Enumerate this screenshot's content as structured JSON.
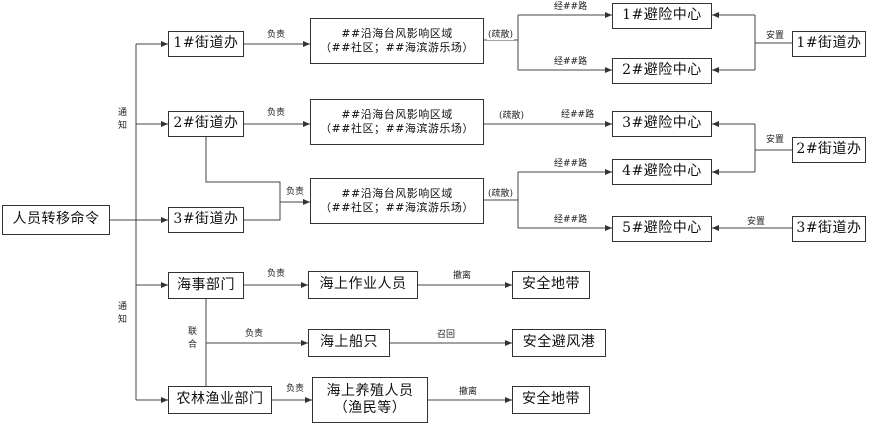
{
  "nodes": {
    "command": "人员转移命令",
    "street1": "1#街道办",
    "street2": "2#街道办",
    "street3": "3#街道办",
    "maritime": "海事部门",
    "agri": "农林渔业部门",
    "zone1": {
      "line1": "##沿海台风影响区域",
      "line2": "（##社区；##海滨游乐场）"
    },
    "zone2": {
      "line1": "##沿海台风影响区域",
      "line2": "（##社区；##海滨游乐场）"
    },
    "zone3": {
      "line1": "##沿海台风影响区域",
      "line2": "（##社区；##海滨游乐场）"
    },
    "shelter1": "1#避险中心",
    "shelter2": "2#避险中心",
    "shelter3": "3#避险中心",
    "shelter4": "4#避险中心",
    "shelter5": "5#避险中心",
    "resettle1": "1#街道办",
    "resettle2": "2#街道办",
    "resettle3": "3#街道办",
    "sea_workers": "海上作业人员",
    "sea_ships": "海上船只",
    "sea_farmers": {
      "line1": "海上养殖人员",
      "line2": "（渔民等）"
    },
    "safe1": "安全地带",
    "safe_harbor": "安全避风港",
    "safe2": "安全地带"
  },
  "labels": {
    "notify_top": "通知",
    "notify_bottom": "通知",
    "responsible": "负责",
    "evacuate": "(疏散)",
    "via_road": "经##路",
    "resettle": "安置",
    "withdraw": "撤离",
    "recall": "召回",
    "joint": "联合"
  }
}
